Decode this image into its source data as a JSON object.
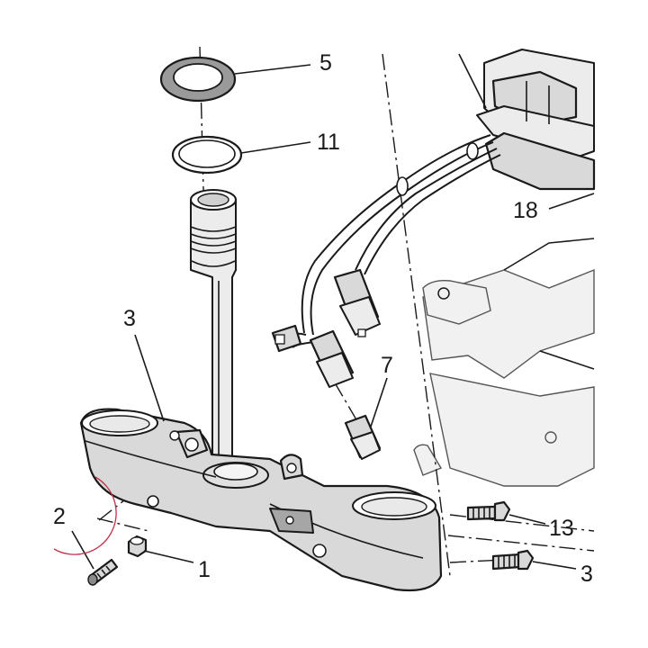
{
  "callouts": {
    "c5": "5",
    "c11": "11",
    "c18": "18",
    "c3_left": "3",
    "c7": "7",
    "c2": "2",
    "c1": "1",
    "c13": "13",
    "c3_right": "3"
  },
  "colors": {
    "line": "#1a1a1a",
    "fill": "#d9d9d9",
    "marker": "#c0304a"
  }
}
